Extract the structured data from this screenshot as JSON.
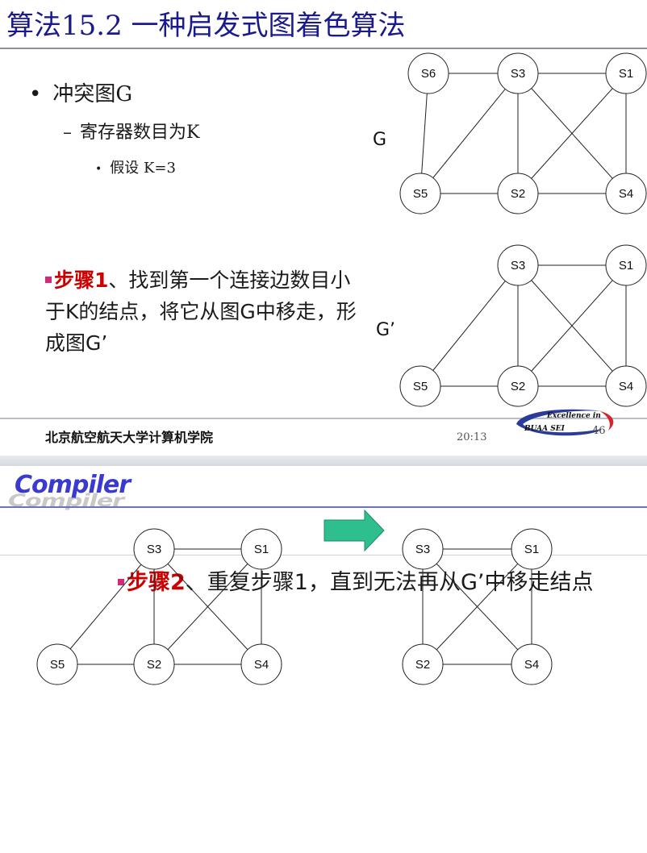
{
  "slide1": {
    "title": "算法15.2 一种启发式图着色算法",
    "bullet_l1": "冲突图G",
    "bullet_l2": "寄存器数目为K",
    "bullet_l3": "假设 K=3",
    "step1_label": "步骤1",
    "step1_text": "、找到第一个连接边数目小于K的结点，将它从图G中移走，形成图G’",
    "graph_g_label": "G",
    "graph_g2_label": "G’",
    "footer_org": "北京航空航天大学计算机学院",
    "footer_time": "20:13",
    "logo_line1": "Excellence in",
    "logo_line2": "BUAA  SEI",
    "page_number": "46"
  },
  "slide2": {
    "logo_text": "Compiler",
    "step2_label": "步骤2",
    "step2_text": "、重复步骤1，直到无法再从G’中移走结点"
  },
  "graphs": {
    "G": {
      "nodes": [
        "S6",
        "S3",
        "S1",
        "S5",
        "S2",
        "S4"
      ],
      "edges": [
        [
          "S6",
          "S3"
        ],
        [
          "S3",
          "S1"
        ],
        [
          "S6",
          "S5"
        ],
        [
          "S5",
          "S2"
        ],
        [
          "S2",
          "S4"
        ],
        [
          "S1",
          "S4"
        ],
        [
          "S3",
          "S5"
        ],
        [
          "S3",
          "S2"
        ],
        [
          "S3",
          "S4"
        ],
        [
          "S1",
          "S2"
        ]
      ]
    },
    "G_prime": {
      "nodes": [
        "S3",
        "S1",
        "S5",
        "S2",
        "S4"
      ],
      "edges": [
        [
          "S3",
          "S1"
        ],
        [
          "S5",
          "S2"
        ],
        [
          "S2",
          "S4"
        ],
        [
          "S1",
          "S4"
        ],
        [
          "S3",
          "S5"
        ],
        [
          "S3",
          "S2"
        ],
        [
          "S3",
          "S4"
        ],
        [
          "S1",
          "S2"
        ]
      ]
    },
    "bottom_left": {
      "nodes": [
        "S3",
        "S1",
        "S5",
        "S2",
        "S4"
      ],
      "edges": [
        [
          "S3",
          "S1"
        ],
        [
          "S5",
          "S2"
        ],
        [
          "S2",
          "S4"
        ],
        [
          "S1",
          "S4"
        ],
        [
          "S3",
          "S5"
        ],
        [
          "S3",
          "S2"
        ],
        [
          "S3",
          "S4"
        ],
        [
          "S1",
          "S2"
        ]
      ]
    },
    "bottom_right": {
      "nodes": [
        "S3",
        "S1",
        "S2",
        "S4"
      ],
      "edges": [
        [
          "S3",
          "S1"
        ],
        [
          "S2",
          "S4"
        ],
        [
          "S1",
          "S4"
        ],
        [
          "S3",
          "S2"
        ],
        [
          "S3",
          "S4"
        ],
        [
          "S1",
          "S2"
        ]
      ]
    }
  },
  "colors": {
    "title": "#1a1a8c",
    "step_label": "#cc0000",
    "bullet_square": "#d4287a",
    "arrow_fill": "#2fbf8f",
    "compiler_logo": "#3a3ad0"
  }
}
